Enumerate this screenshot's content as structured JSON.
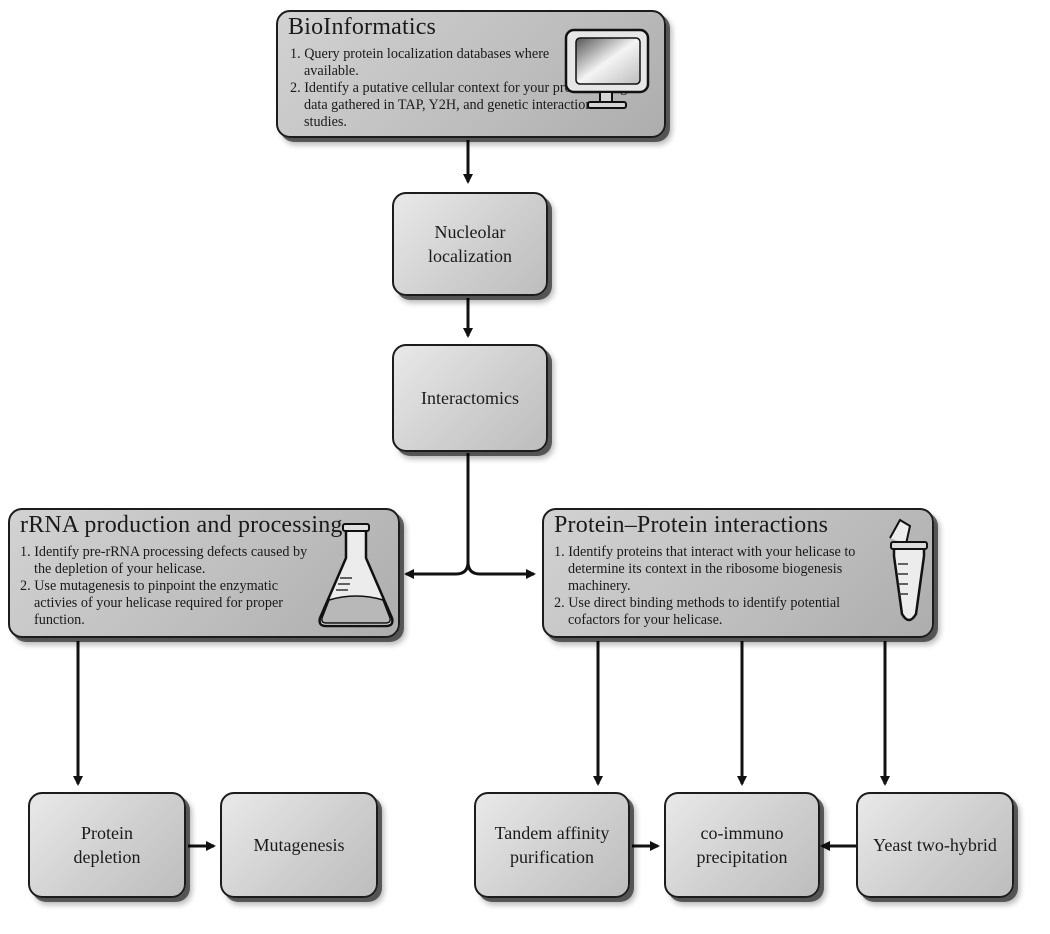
{
  "bioinformatics": {
    "title": "BioInformatics",
    "items": [
      "Query protein localization databases where available.",
      "Identify a putative cellular context for your protein using data gathered in TAP, Y2H, and genetic interaction studies."
    ]
  },
  "nucleolar": {
    "label": "Nucleolar localization"
  },
  "interactomics": {
    "label": "Interactomics"
  },
  "rrna": {
    "title": "rRNA production and processing",
    "items": [
      "Identify pre-rRNA processing defects caused by the depletion of your helicase.",
      "Use mutagenesis to pinpoint the enzymatic activies of your helicase required for proper function."
    ]
  },
  "ppi": {
    "title": "Protein–Protein interactions",
    "items": [
      "Identify proteins that interact with your helicase to determine its context in the ribosome biogenesis machinery.",
      "Use direct binding methods to identify potential cofactors for your helicase."
    ]
  },
  "protein_depletion": {
    "label": "Protein depletion"
  },
  "mutagenesis": {
    "label": "Mutagenesis"
  },
  "tap": {
    "label": "Tandem affinity purification"
  },
  "coip": {
    "label": "co-immuno precipitation"
  },
  "y2h": {
    "label": "Yeast two-hybrid"
  },
  "icons": [
    "computer-monitor-icon",
    "erlenmeyer-flask-icon",
    "microcentrifuge-tube-icon"
  ]
}
